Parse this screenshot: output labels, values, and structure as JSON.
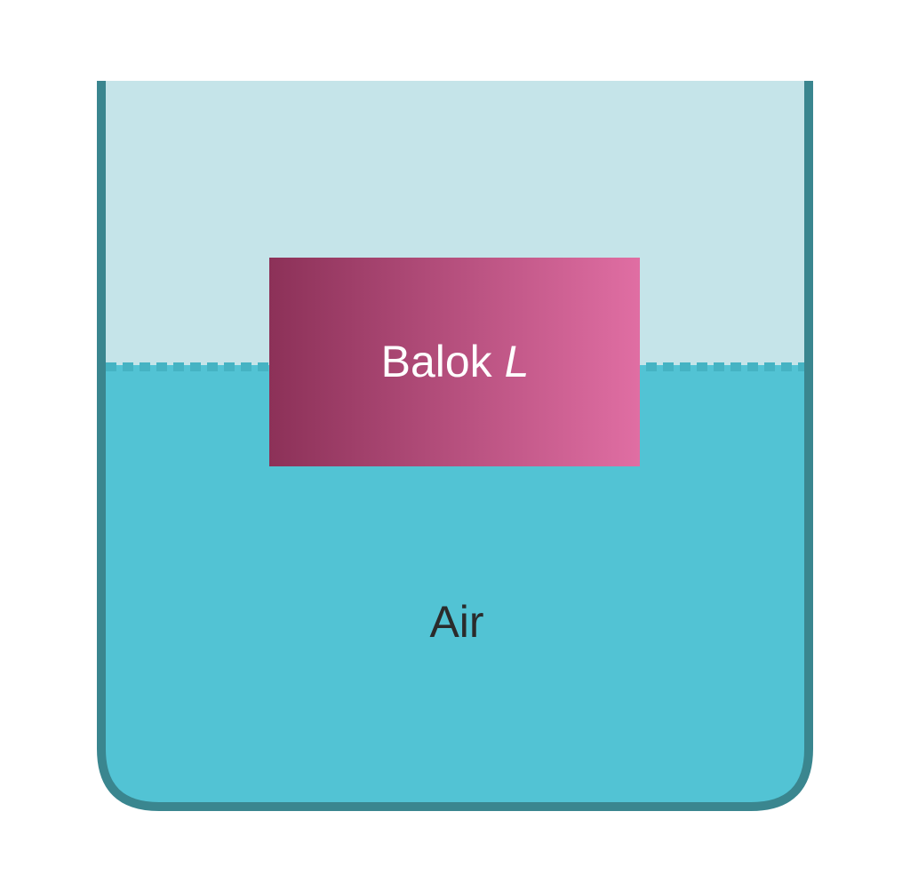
{
  "block": {
    "label": "Balok ",
    "label_italic": "L"
  },
  "water": {
    "label": "Air"
  },
  "colors": {
    "air_space": "#c5e4e9",
    "water": "#52c3d4",
    "container_wall": "#3a868f",
    "waterline_dash": "#45b3c3",
    "block_gradient_start": "#8c3158",
    "block_gradient_end": "#e06ea3"
  }
}
